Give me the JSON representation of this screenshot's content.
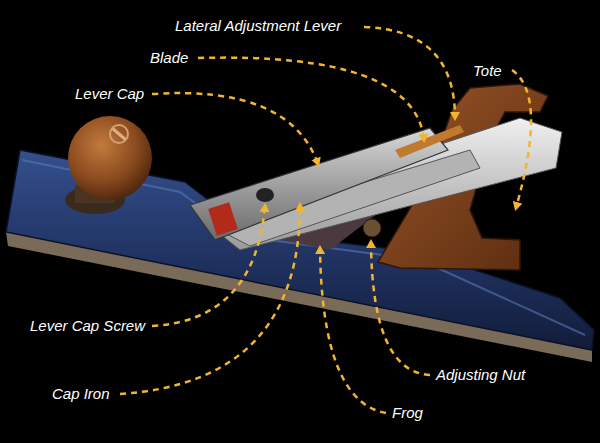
{
  "diagram": {
    "labels": [
      "Lateral Adjustment Lever",
      "Blade",
      "Lever Cap",
      "Tote",
      "Lever Cap Screw",
      "Cap Iron",
      "Adjusting Nut",
      "Frog"
    ]
  }
}
